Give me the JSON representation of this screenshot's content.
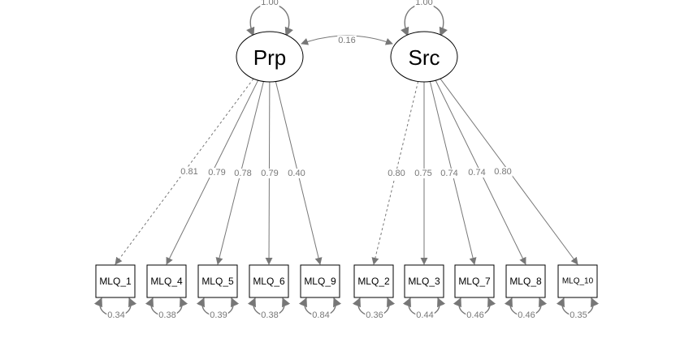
{
  "latents": [
    {
      "id": "prp",
      "label": "Prp",
      "variance": "1.00"
    },
    {
      "id": "src",
      "label": "Src",
      "variance": "1.00"
    }
  ],
  "covariance": {
    "from": "prp",
    "to": "src",
    "value": "0.16"
  },
  "indicators": [
    {
      "id": "mlq1",
      "label": "MLQ_1",
      "latent": "prp",
      "loading": "0.81",
      "residual": "0.34",
      "fixed": true
    },
    {
      "id": "mlq4",
      "label": "MLQ_4",
      "latent": "prp",
      "loading": "0.79",
      "residual": "0.38",
      "fixed": false
    },
    {
      "id": "mlq5",
      "label": "MLQ_5",
      "latent": "prp",
      "loading": "0.78",
      "residual": "0.39",
      "fixed": false
    },
    {
      "id": "mlq6",
      "label": "MLQ_6",
      "latent": "prp",
      "loading": "0.79",
      "residual": "0.38",
      "fixed": false
    },
    {
      "id": "mlq9",
      "label": "MLQ_9",
      "latent": "prp",
      "loading": "0.40",
      "residual": "0.84",
      "fixed": false
    },
    {
      "id": "mlq2",
      "label": "MLQ_2",
      "latent": "src",
      "loading": "0.80",
      "residual": "0.36",
      "fixed": true
    },
    {
      "id": "mlq3",
      "label": "MLQ_3",
      "latent": "src",
      "loading": "0.75",
      "residual": "0.44",
      "fixed": false
    },
    {
      "id": "mlq7",
      "label": "MLQ_7",
      "latent": "src",
      "loading": "0.74",
      "residual": "0.46",
      "fixed": false
    },
    {
      "id": "mlq8",
      "label": "MLQ_8",
      "latent": "src",
      "loading": "0.74",
      "residual": "0.46",
      "fixed": false
    },
    {
      "id": "mlq10",
      "label": "MLQ_10",
      "latent": "src",
      "loading": "0.80",
      "residual": "0.35",
      "fixed": false
    }
  ],
  "colors": {
    "edge": "#777777",
    "node_stroke": "#000000",
    "coef_text": "#777777"
  }
}
